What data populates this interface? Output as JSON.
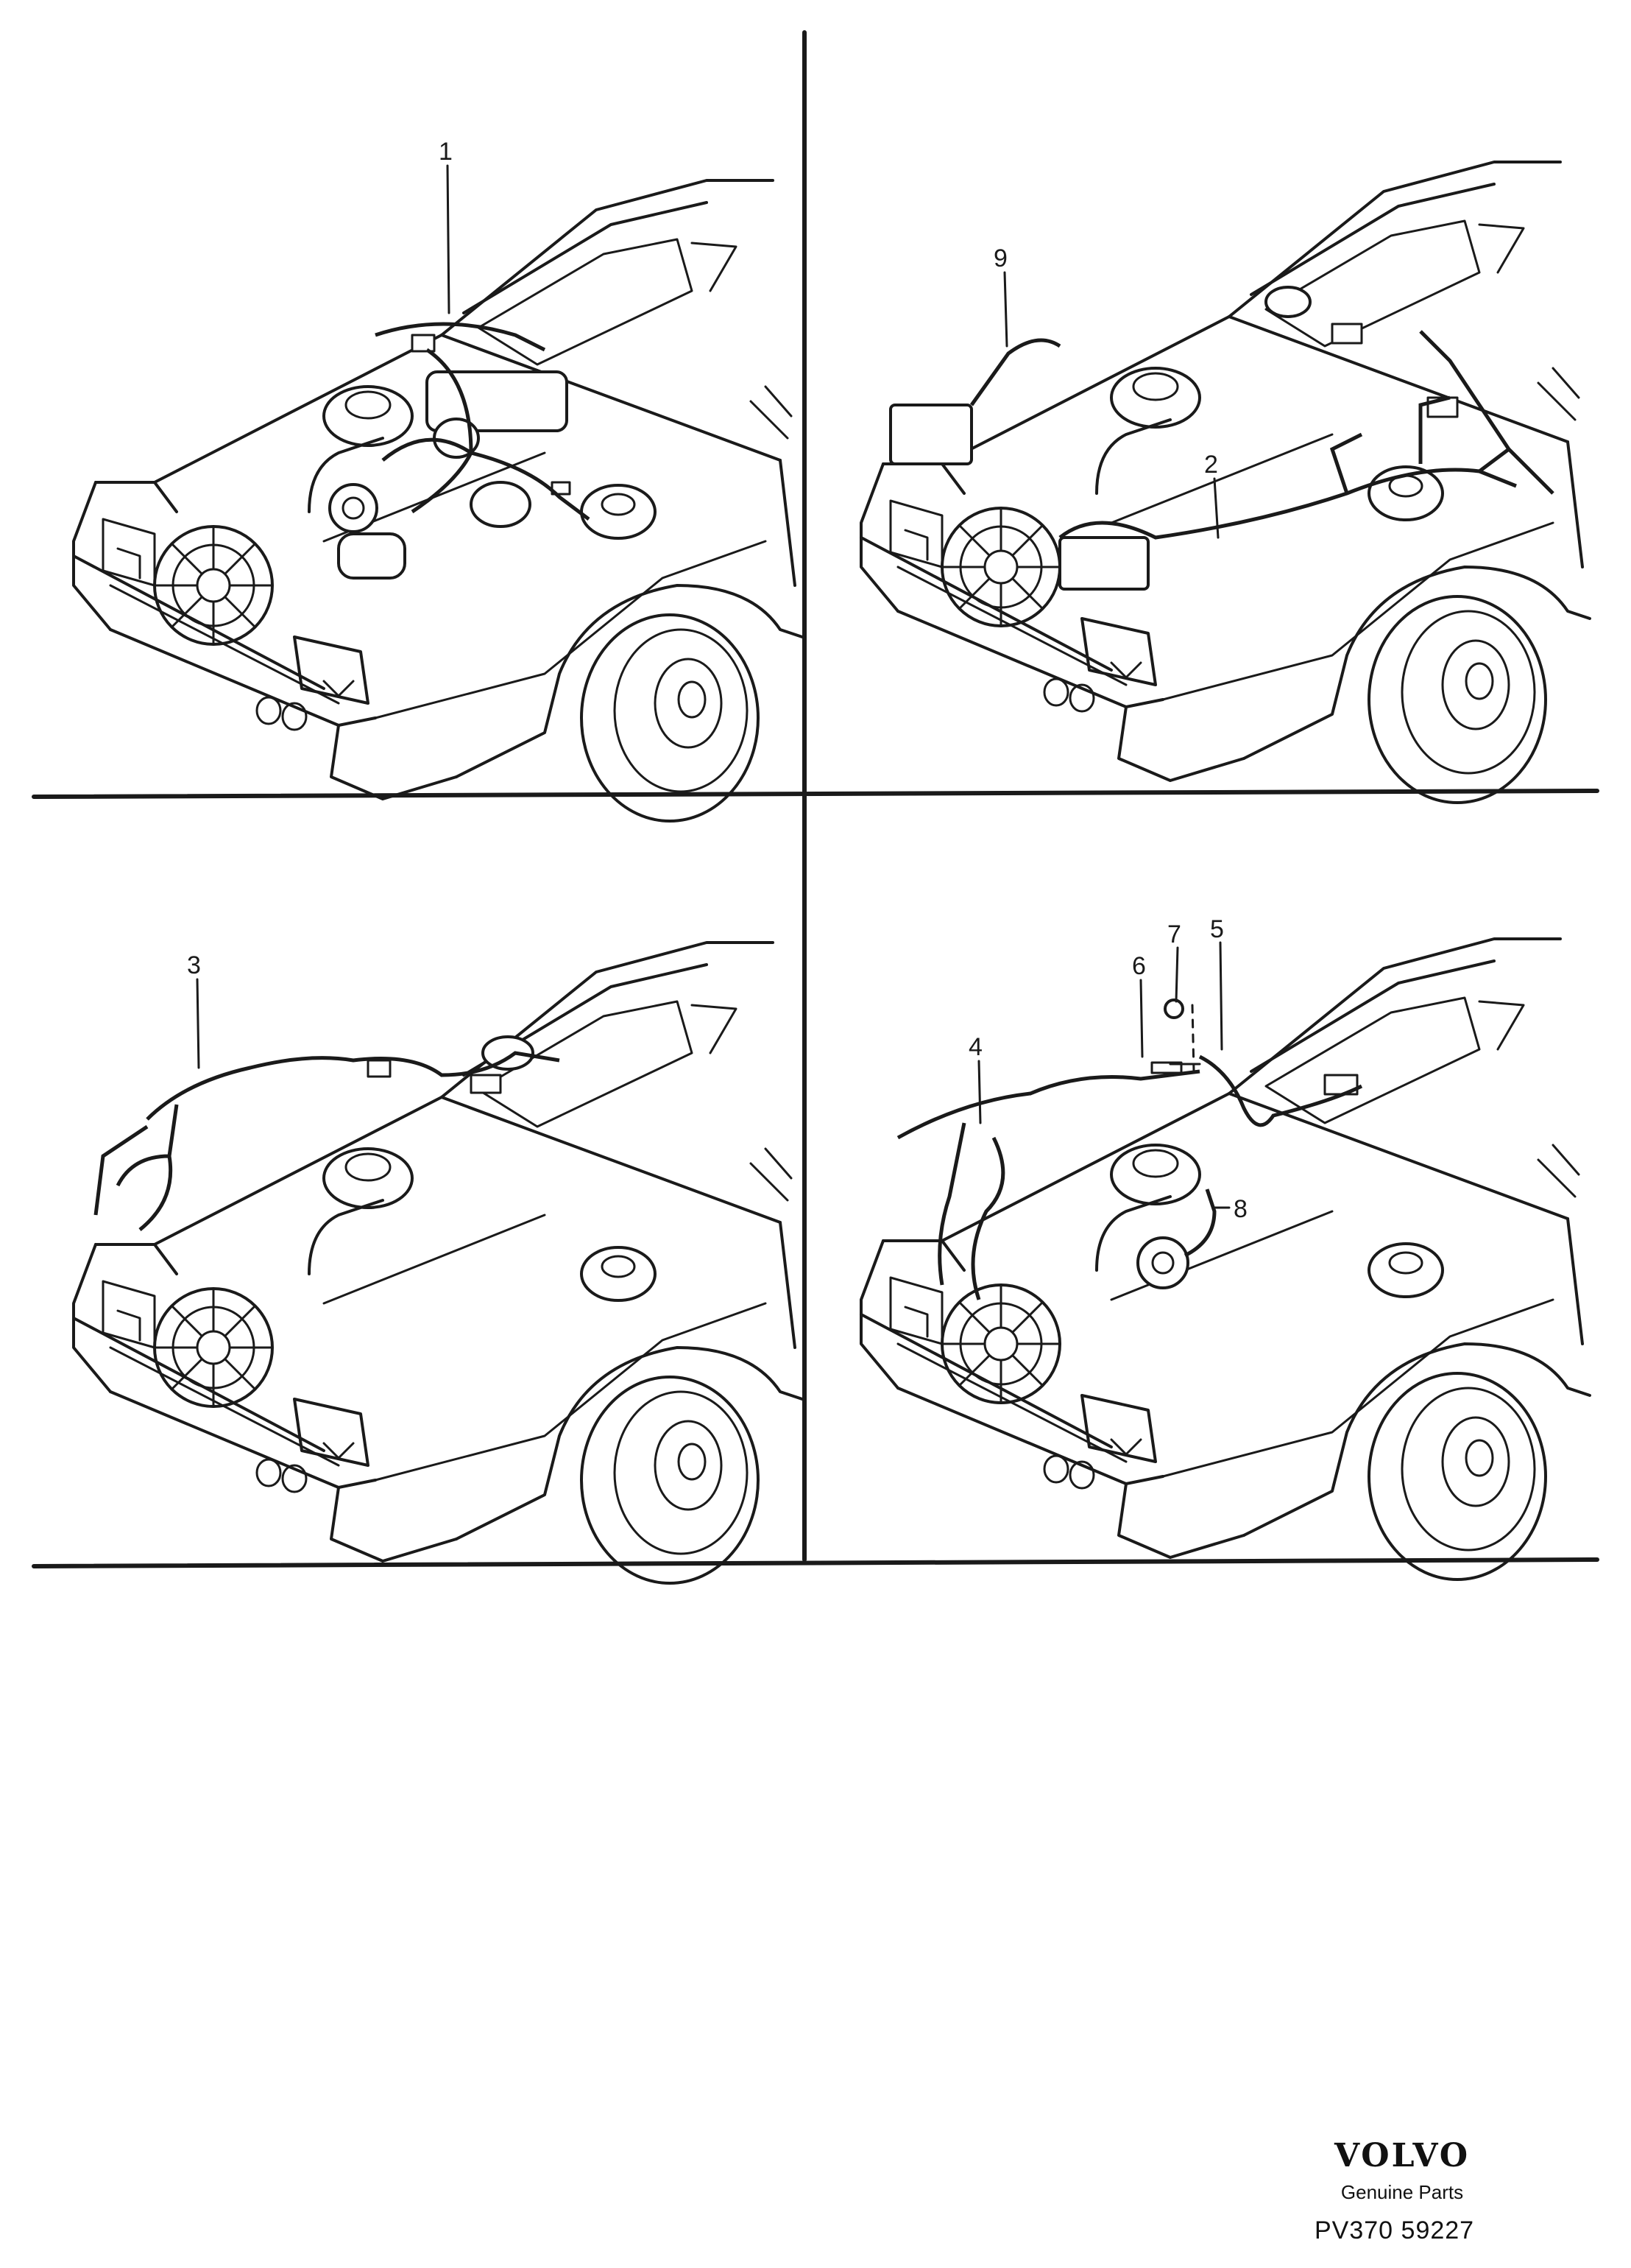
{
  "panels": [
    {
      "id": "top-left",
      "callouts": [
        "1"
      ]
    },
    {
      "id": "top-right",
      "callouts": [
        "9",
        "2"
      ]
    },
    {
      "id": "bottom-left",
      "callouts": [
        "3"
      ]
    },
    {
      "id": "bottom-right",
      "callouts": [
        "7",
        "6",
        "5",
        "4",
        "8"
      ]
    }
  ],
  "footer": {
    "brand": "VOLVO",
    "subtitle": "Genuine Parts",
    "code": "PV370 59227"
  }
}
